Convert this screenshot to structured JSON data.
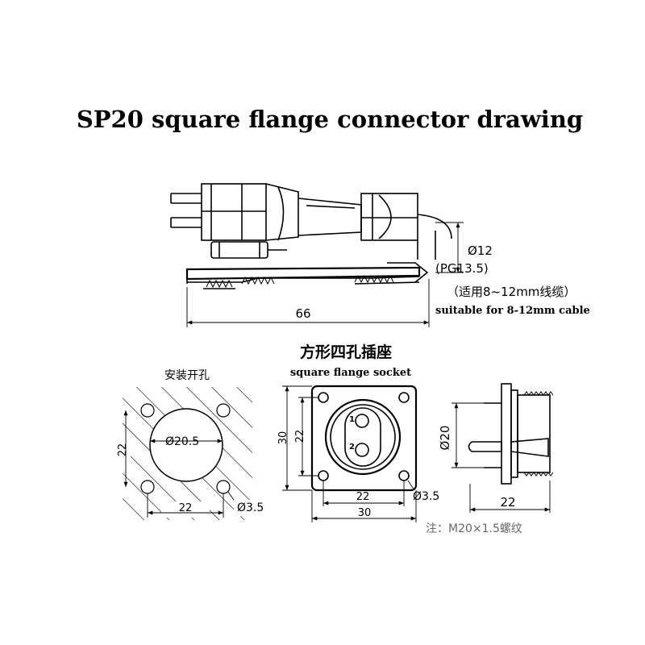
{
  "title": "SP20 square flange connector drawing",
  "side_view": {
    "length_label": "66",
    "diameter_label": "Ø12",
    "pg_label": "(PG13.5)",
    "cable_cn": "（适用8~12mm线缆）",
    "cable_en": "suitable for 8-12mm cable"
  },
  "socket_heading_cn": "方形四孔插座",
  "socket_heading_en": "square flange socket",
  "panel_cutout": {
    "heading": "安装开孔",
    "center_hole": "Ø20.5",
    "vertical_dim": "22",
    "horizontal_dim": "22",
    "screw_hole": "Ø3.5"
  },
  "socket_front": {
    "outer_vertical": "30",
    "inner_vertical": "22",
    "inner_horizontal": "22",
    "outer_horizontal": "30",
    "screw_hole": "Ø3.5",
    "pin1": "1",
    "pin2": "2"
  },
  "socket_side": {
    "diameter": "Ø20",
    "width": "22",
    "note": "注：M20×1.5螺纹"
  }
}
